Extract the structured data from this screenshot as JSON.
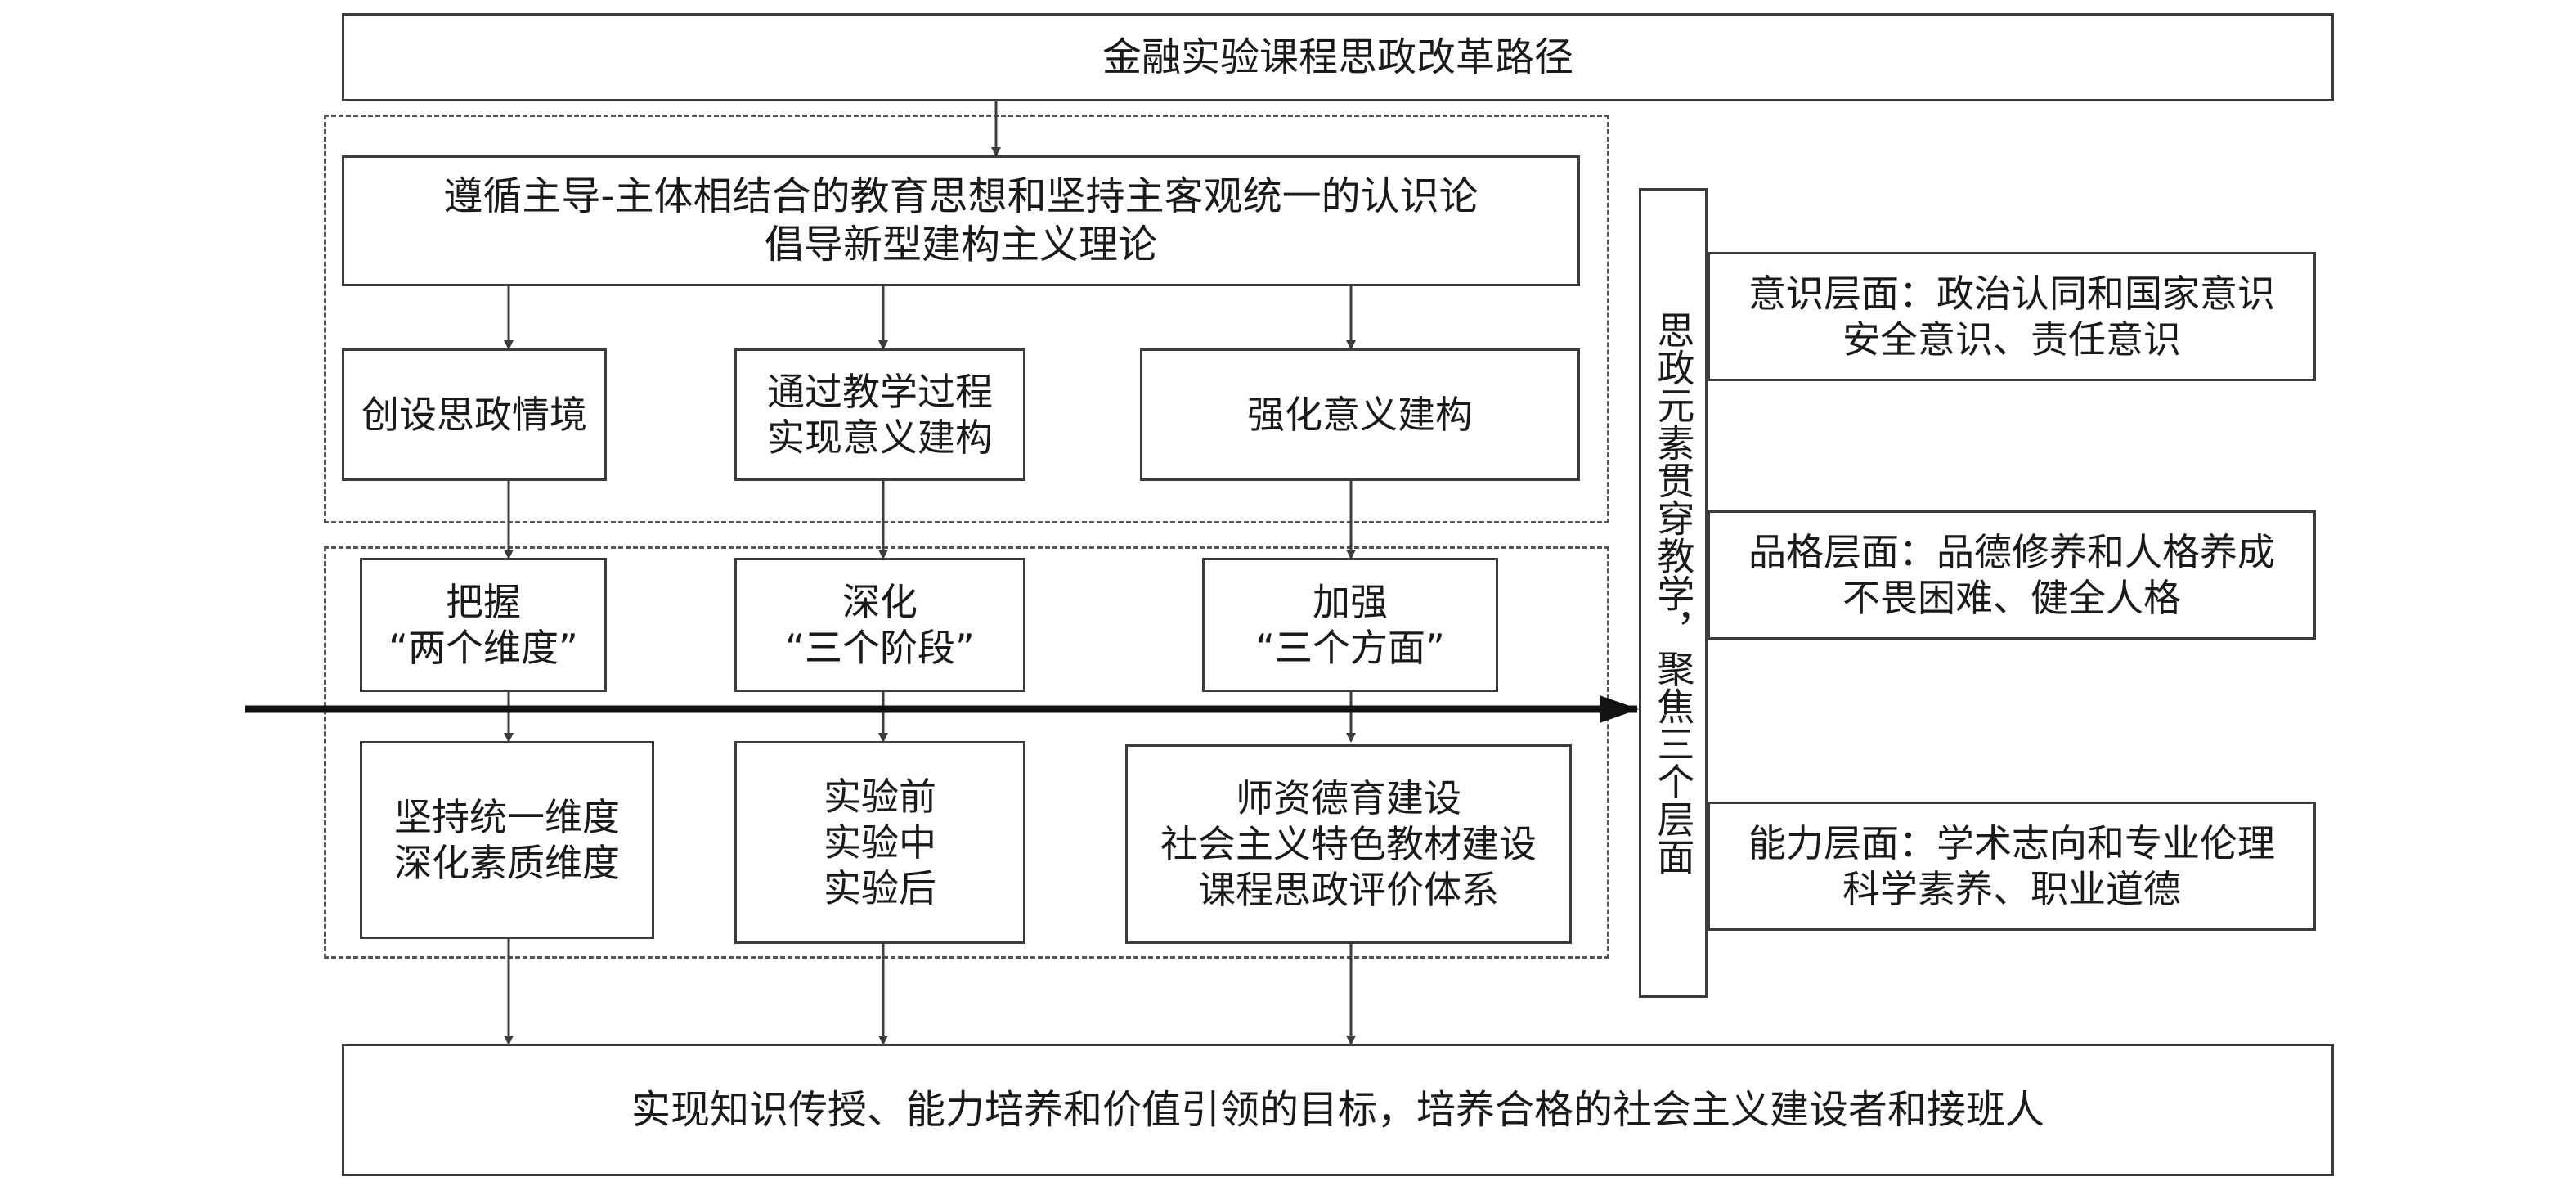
{
  "title": "金融实验课程思政改革路径",
  "theory": {
    "line1": "遵循主导-主体相结合的教育思想和坚持主客观统一的认识论",
    "line2": "倡导新型建构主义理论"
  },
  "methods": [
    {
      "lines": [
        "创设思政情境"
      ]
    },
    {
      "lines": [
        "通过教学过程",
        "实现意义建构"
      ]
    },
    {
      "lines": [
        "强化意义建构"
      ]
    }
  ],
  "focus": [
    {
      "lines": [
        "把握",
        "“两个维度”"
      ]
    },
    {
      "lines": [
        "深化",
        "“三个阶段”"
      ]
    },
    {
      "lines": [
        "加强",
        "“三个方面”"
      ]
    }
  ],
  "details": [
    {
      "lines": [
        "坚持统一维度",
        "深化素质维度"
      ]
    },
    {
      "lines": [
        "实验前",
        "实验中",
        "实验后"
      ]
    },
    {
      "lines": [
        "师资德育建设",
        "社会主义特色教材建设",
        "课程思政评价体系"
      ]
    }
  ],
  "goal": "实现知识传授、能力培养和价值引领的目标，培养合格的社会主义建设者和接班人",
  "vertical": "思政元素贯穿教学，聚焦三个层面",
  "levels": [
    {
      "lines": [
        "意识层面：政治认同和国家意识",
        "安全意识、责任意识"
      ]
    },
    {
      "lines": [
        "品格层面：品德修养和人格养成",
        "不畏困难、健全人格"
      ]
    },
    {
      "lines": [
        "能力层面：学术志向和专业伦理",
        "科学素养、职业道德"
      ]
    }
  ]
}
